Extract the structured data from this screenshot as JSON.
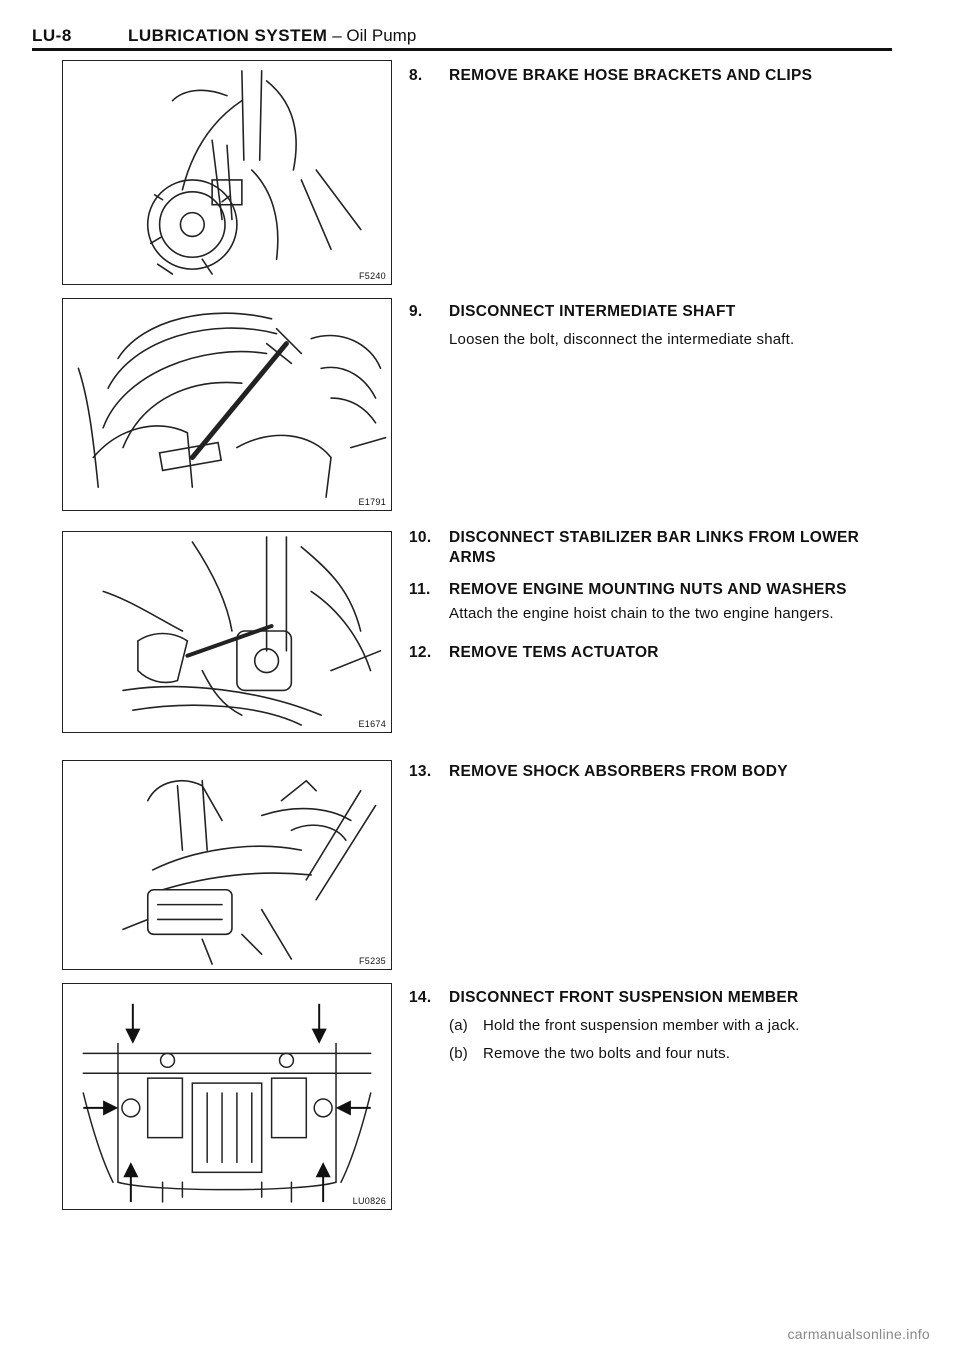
{
  "header": {
    "page_id": "LU-8",
    "section": "LUBRICATION SYSTEM",
    "subsection": "– Oil Pump"
  },
  "figures": [
    {
      "code": "F5240",
      "subject": "brake-hose-bracket"
    },
    {
      "code": "E1791",
      "subject": "intermediate-shaft"
    },
    {
      "code": "E1674",
      "subject": "stabilizer-bar-link"
    },
    {
      "code": "F5235",
      "subject": "shock-absorber-mount"
    },
    {
      "code": "LU0826",
      "subject": "front-suspension-member"
    }
  ],
  "steps": [
    {
      "num": "8.",
      "title": "REMOVE BRAKE HOSE BRACKETS AND CLIPS"
    },
    {
      "num": "9.",
      "title": "DISCONNECT INTERMEDIATE SHAFT",
      "body": "Loosen the bolt, disconnect the intermediate shaft."
    },
    {
      "num": "10.",
      "title": "DISCONNECT STABILIZER BAR LINKS FROM LOWER ARMS"
    },
    {
      "num": "11.",
      "title": "REMOVE ENGINE MOUNTING NUTS AND WASHERS",
      "body": "Attach the engine hoist chain to the two engine hangers."
    },
    {
      "num": "12.",
      "title": "REMOVE TEMS ACTUATOR"
    },
    {
      "num": "13.",
      "title": "REMOVE SHOCK ABSORBERS FROM BODY"
    },
    {
      "num": "14.",
      "title": "DISCONNECT FRONT SUSPENSION MEMBER",
      "substeps": [
        {
          "label": "(a)",
          "text": "Hold the front suspension member with a jack."
        },
        {
          "label": "(b)",
          "text": "Remove the two bolts and four nuts."
        }
      ]
    }
  ],
  "footer": "carmanualsonline.info"
}
